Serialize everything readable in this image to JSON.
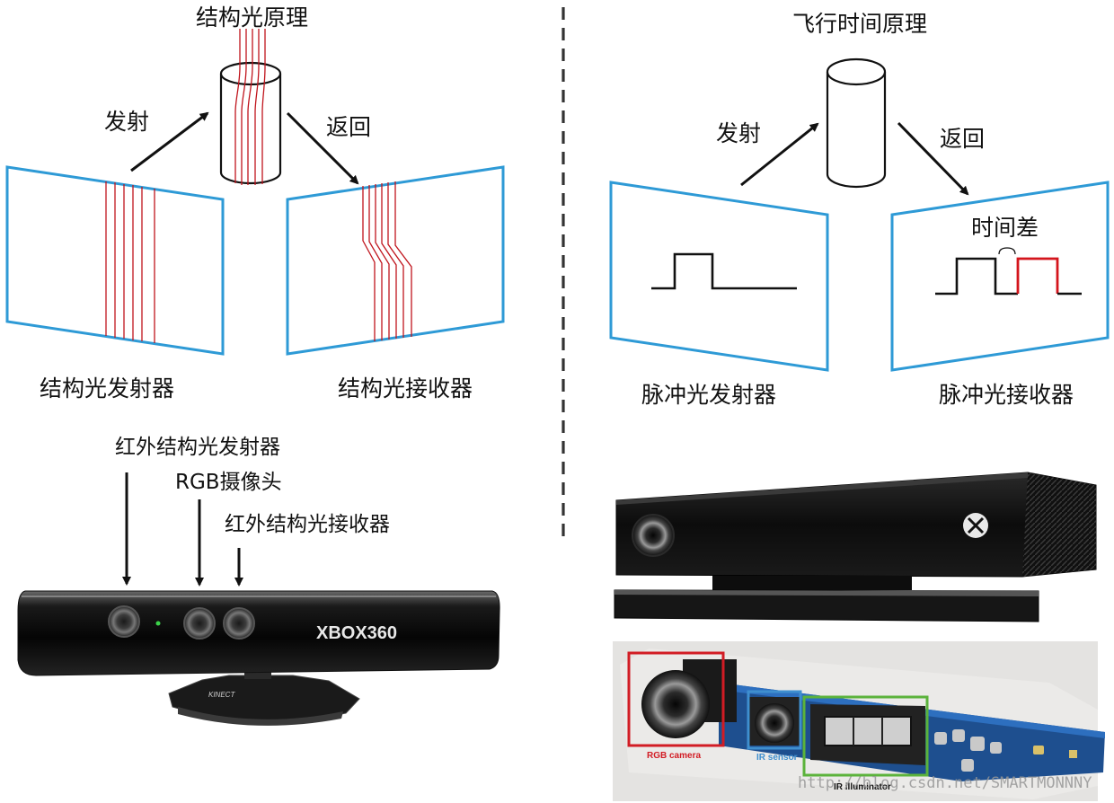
{
  "structured_light": {
    "title": "结构光原理",
    "emit_label": "发射",
    "return_label": "返回",
    "emitter_label": "结构光发射器",
    "receiver_label": "结构光接收器"
  },
  "tof": {
    "title": "飞行时间原理",
    "emit_label": "发射",
    "return_label": "返回",
    "time_diff_label": "时间差",
    "emitter_label": "脉冲光发射器",
    "receiver_label": "脉冲光接收器"
  },
  "kinect_v1": {
    "ir_emitter_label": "红外结构光发射器",
    "rgb_camera_label": "RGB摄像头",
    "ir_receiver_label": "红外结构光接收器",
    "brand_text": "XBOX360",
    "base_text": "KINECT"
  },
  "kinect_v2": {
    "rgb_camera_tag": "RGB camera",
    "ir_sensor_tag": "IR sensor",
    "ir_illuminator_tag": "IR illuminator"
  },
  "watermark": "http://blog.csdn.net/SMARTMONNNY",
  "colors": {
    "panel_border": "#2e9ad6",
    "light_lines": "#c0141c",
    "pulse_echo": "#d4151c",
    "rgb_box": "#d21c24",
    "ir_sensor_box": "#3f8fcf",
    "ir_illuminator_box": "#5bb33b",
    "divider": "#333333"
  }
}
